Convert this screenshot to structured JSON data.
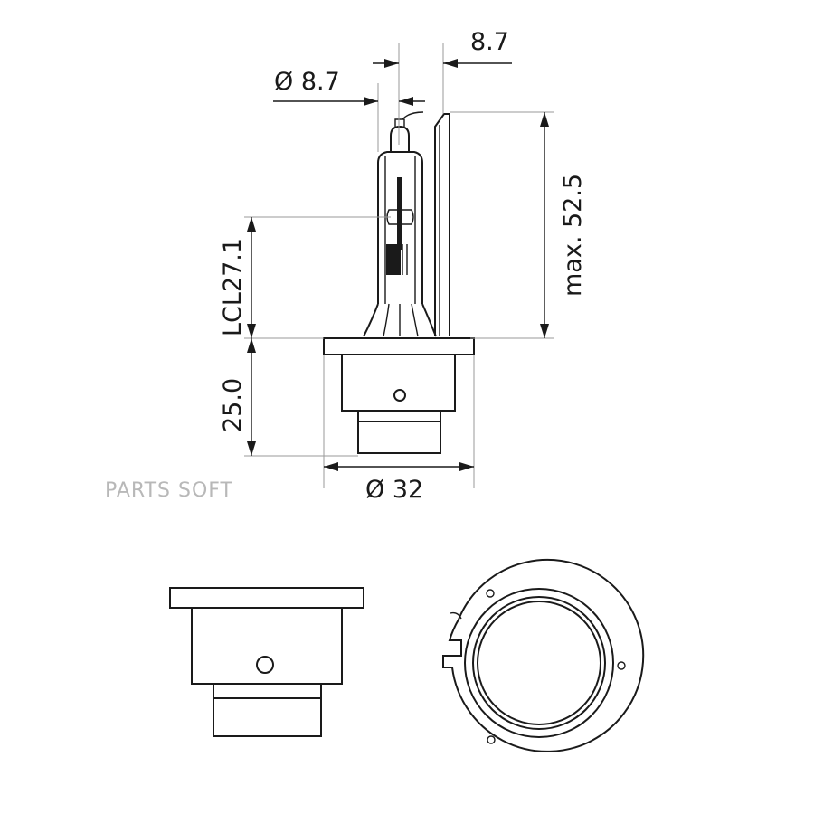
{
  "dimensions": {
    "top_right": "8.7",
    "top_left": "Ø 8.7",
    "height_max": "max. 52.5",
    "lcl": "LCL27.1",
    "base_height": "25.0",
    "base_diameter": "Ø 32"
  },
  "watermark": "PARTS SOFT",
  "colors": {
    "line": "#1a1a1a",
    "guide": "#9a9a9a",
    "watermark": "#b8b8b8"
  }
}
